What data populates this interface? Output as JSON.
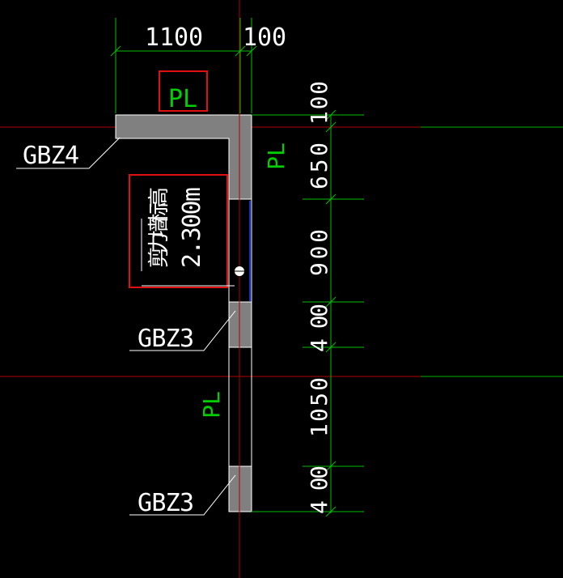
{
  "colors": {
    "background": "#000000",
    "axis_line": "#c00000",
    "dim_line": "#00c000",
    "dim_text": "#ffffff",
    "label_text": "#ffffff",
    "wall_fill": "#808080",
    "wall_stroke": "#ffffff",
    "highlight_box": "#e01010",
    "pl_text": "#00d000",
    "opening_line": "#2040ff"
  },
  "top_dims": {
    "left": "1100",
    "right": "100"
  },
  "right_dims": [
    "100",
    "650",
    "900",
    "4 00",
    "1050",
    "4 00"
  ],
  "pl_labels": {
    "top": "PL",
    "upper_right": "PL",
    "lower_left": "PL"
  },
  "components": {
    "gbz4": "GBZ4",
    "gbz3_upper": "GBZ3",
    "gbz3_lower": "GBZ3"
  },
  "wall_note": {
    "line1": "剪力墙标高",
    "line2": "2.300m"
  },
  "icons": {
    "node_marker": "circle-node-icon"
  }
}
